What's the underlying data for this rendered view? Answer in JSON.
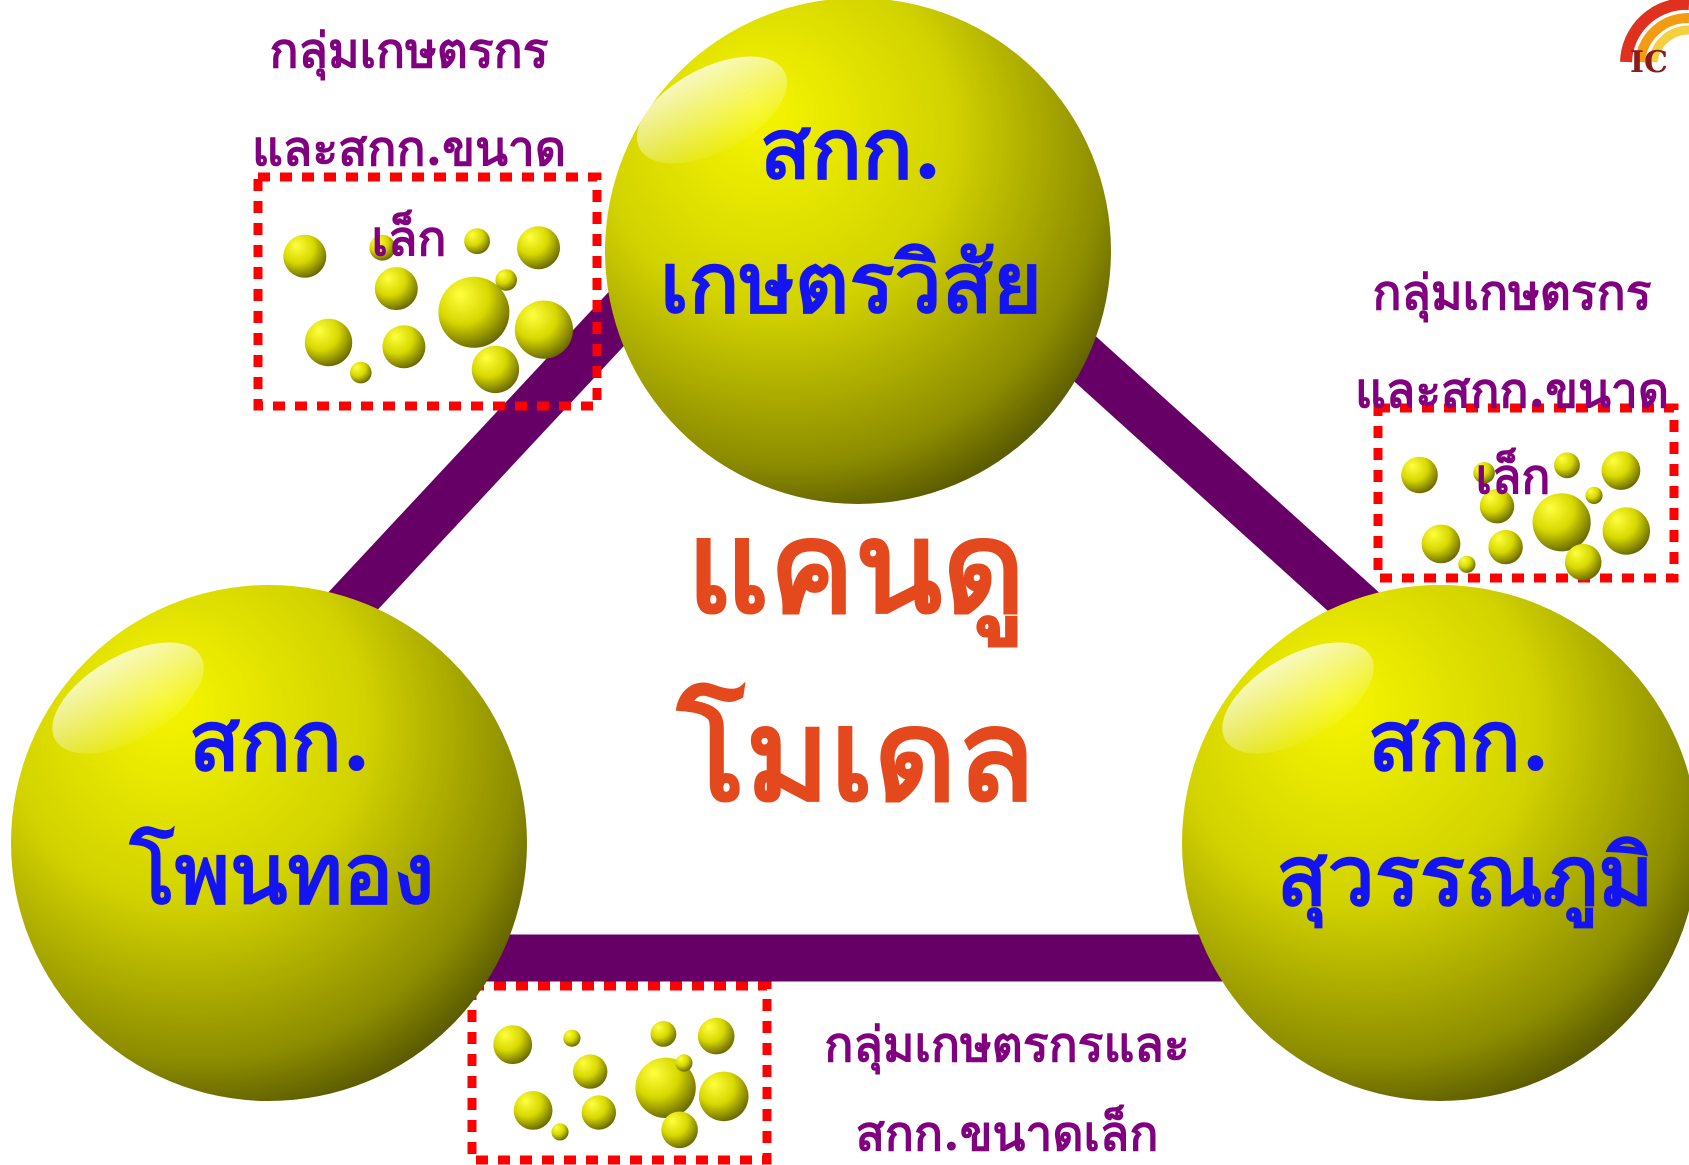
{
  "center": {
    "line1": "แคนดู",
    "line2": "โมเดล"
  },
  "nodes": {
    "top": {
      "line1": "สกก.",
      "line2": "เกษตรวิสัย"
    },
    "left": {
      "line1": "สกก.",
      "line2": "โพนทอง"
    },
    "right": {
      "line1": "สกก.",
      "line2": "สุวรรณภูมิ"
    }
  },
  "groups": {
    "top_left": {
      "line1": "กลุ่มเกษตรกร",
      "line2": "และสกก.ขนาด",
      "line3": "เล็ก"
    },
    "right": {
      "line1": "กลุ่มเกษตรกร",
      "line2": "และสกก.ขนาด",
      "line3": "เล็ก"
    },
    "bottom": {
      "line1": "กลุ่มเกษตรกรและ",
      "line2": "สกก.ขนาดเล็ก"
    }
  },
  "logo": {
    "text": "IC"
  },
  "colors": {
    "node_text": "#1414F0",
    "center_text": "#E3491C",
    "group_text": "#800080",
    "connector": "#660066",
    "dashed_border": "#FF0000",
    "sphere_light": "#F2F200",
    "sphere_dark": "#3F3F00"
  }
}
